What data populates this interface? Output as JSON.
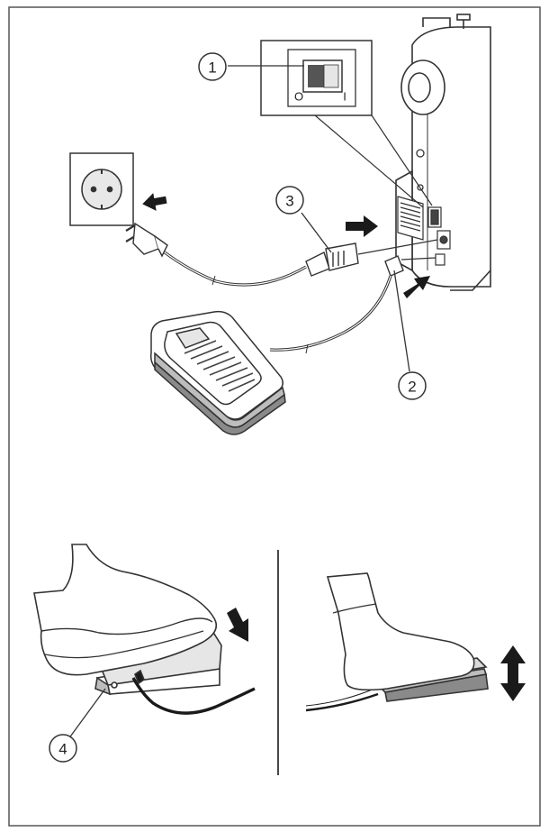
{
  "callouts": [
    {
      "id": "1",
      "label": "1"
    },
    {
      "id": "2",
      "label": "2"
    },
    {
      "id": "3",
      "label": "3"
    },
    {
      "id": "4",
      "label": "4"
    }
  ],
  "switch_marks": {
    "off": "O",
    "on": "I"
  },
  "colors": {
    "line": "#333333",
    "gray_light": "#d9d9d9",
    "gray_mid": "#bdbdbd",
    "gray_dark": "#8a8a8a",
    "arrow": "#1a1a1a"
  }
}
